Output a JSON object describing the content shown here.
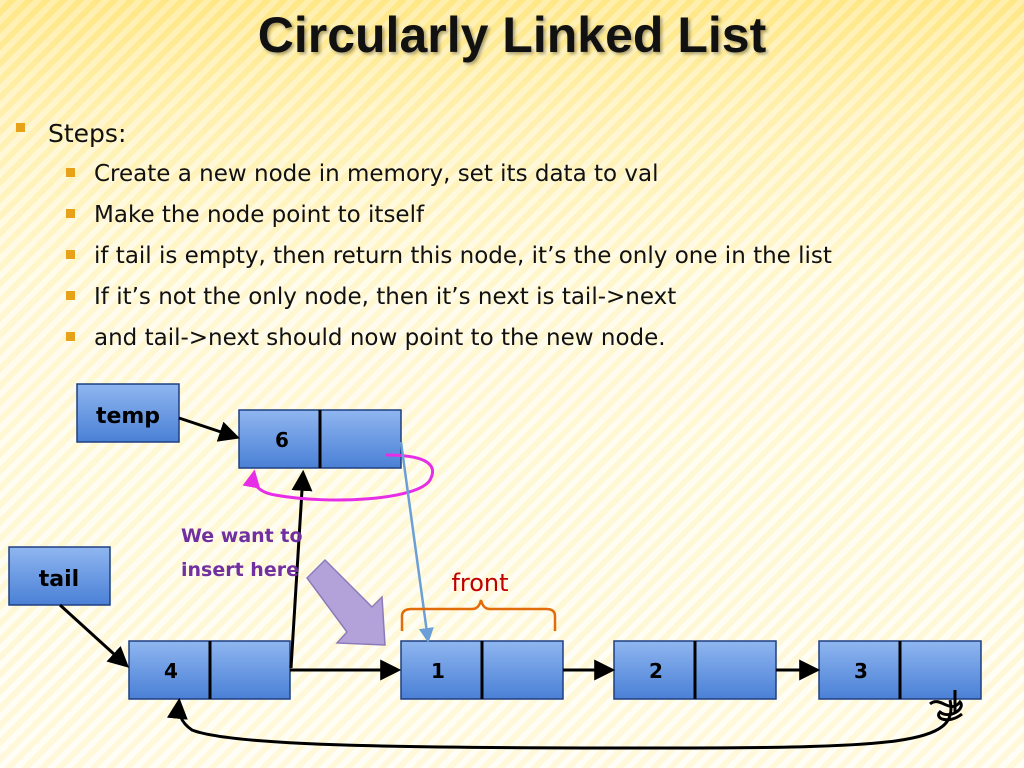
{
  "slide": {
    "title": "Circularly Linked List",
    "bullets": [
      {
        "level": 1,
        "text": "Steps:"
      },
      {
        "level": 2,
        "text": "Create a new node in memory, set its data to val"
      },
      {
        "level": 2,
        "text": "Make the node point to itself"
      },
      {
        "level": 2,
        "text": "if tail is empty, then return this node, it’s the only one in the list"
      },
      {
        "level": 2,
        "text": "If it’s not the only node, then it’s next is tail->next"
      },
      {
        "level": 2,
        "text": "and tail->next should now point to the new node."
      }
    ]
  },
  "diagram": {
    "labels": {
      "temp": "temp",
      "tail": "tail",
      "front": "front"
    },
    "annotation": [
      "We want to",
      "insert here"
    ],
    "nodes": {
      "new_node": "6",
      "node_a": "4",
      "node_b": "1",
      "node_c": "2",
      "node_d": "3"
    }
  },
  "colors": {
    "box_fill": "#5b8fe0",
    "self_loop": "#e62ee6",
    "annotation_text": "#7030a0",
    "front_text": "#c00000",
    "front_brace": "#e26b0a",
    "pointer_blue": "#6a9fd8",
    "big_arrow": "#b3a2d9"
  }
}
